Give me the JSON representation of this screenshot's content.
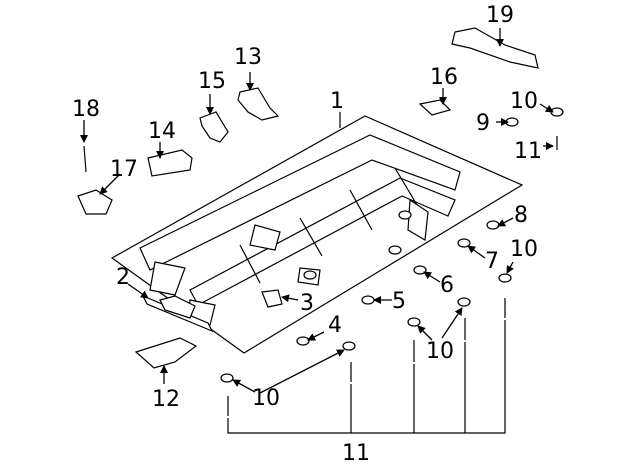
{
  "diagram": {
    "callouts": [
      {
        "id": "c1",
        "text": "1"
      },
      {
        "id": "c2",
        "text": "2"
      },
      {
        "id": "c3",
        "text": "3"
      },
      {
        "id": "c4",
        "text": "4"
      },
      {
        "id": "c5",
        "text": "5"
      },
      {
        "id": "c6",
        "text": "6"
      },
      {
        "id": "c7",
        "text": "7"
      },
      {
        "id": "c8",
        "text": "8"
      },
      {
        "id": "c9",
        "text": "9"
      },
      {
        "id": "c10a",
        "text": "10"
      },
      {
        "id": "c10b",
        "text": "10"
      },
      {
        "id": "c10c",
        "text": "10"
      },
      {
        "id": "c10d",
        "text": "10"
      },
      {
        "id": "c11a",
        "text": "11"
      },
      {
        "id": "c11b",
        "text": "11"
      },
      {
        "id": "c12",
        "text": "12"
      },
      {
        "id": "c13",
        "text": "13"
      },
      {
        "id": "c14",
        "text": "14"
      },
      {
        "id": "c15",
        "text": "15"
      },
      {
        "id": "c16",
        "text": "16"
      },
      {
        "id": "c17",
        "text": "17"
      },
      {
        "id": "c18",
        "text": "18"
      },
      {
        "id": "c19",
        "text": "19"
      }
    ]
  }
}
